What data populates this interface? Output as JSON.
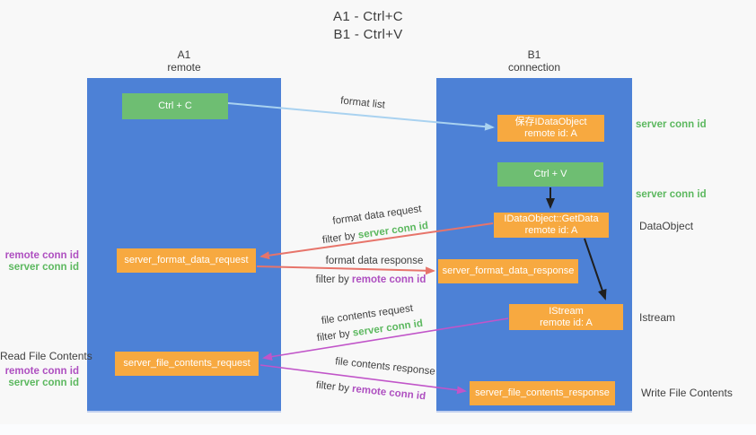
{
  "title": {
    "line1": "A1 - Ctrl+C",
    "line2": "B1 - Ctrl+V"
  },
  "lanes": {
    "a": {
      "id": "A1",
      "name": "remote"
    },
    "b": {
      "id": "B1",
      "name": "connection"
    }
  },
  "nodes": {
    "ctrl_c": "Ctrl + C",
    "save_idataobject": {
      "line1": "保存IDataObject",
      "line2": "remote id: A"
    },
    "ctrl_v": "Ctrl + V",
    "getdata": {
      "line1": "IDataObject::GetData",
      "line2": "remote id: A"
    },
    "format_request": "server_format_data_request",
    "format_response": "server_format_data_response",
    "istream": {
      "line1": "IStream",
      "line2": "remote id: A"
    },
    "file_request": "server_file_contents_request",
    "file_response": "server_file_contents_response"
  },
  "flow": {
    "format_list": "format list",
    "format_data_request": "format data request",
    "format_data_response": "format data response",
    "file_contents_request": "file contents request",
    "file_contents_response": "file contents response",
    "filter_by": "filter by ",
    "server_conn_id": "server conn id",
    "remote_conn_id": "remote conn id"
  },
  "side": {
    "server_conn_id": "server conn id",
    "remote_conn_id": "remote conn id",
    "dataobject": "DataObject",
    "istream": "Istream",
    "read_file_contents": "Read File Contents",
    "write_file_contents": "Write File Contents"
  },
  "colors": {
    "lane_blue": "#4d81d6",
    "node_green": "#6ebe72",
    "node_orange": "#f7a940",
    "arrow_light_blue": "#a9d2f0",
    "arrow_red": "#e7746a",
    "arrow_magenta": "#c155c9",
    "arrow_black": "#1f1f1f",
    "label_green": "#5cb85f",
    "label_purple": "#ae4fc0"
  }
}
